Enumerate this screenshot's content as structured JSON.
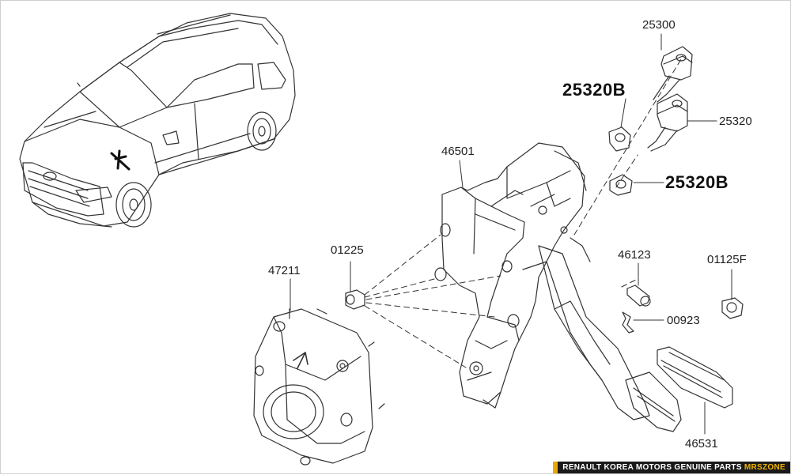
{
  "labels": {
    "p25300": "25300",
    "p25320B_top": "25320B",
    "p25320": "25320",
    "p46501": "46501",
    "p25320B_mid": "25320B",
    "p46123": "46123",
    "p01225": "01225",
    "p47211": "47211",
    "p01125F": "01125F",
    "p00923": "00923",
    "p46531": "46531"
  },
  "footer": {
    "text": "RENAULT KOREA MOTORS GENUINE PARTS ",
    "brand": "MRSZONE"
  },
  "colors": {
    "line": "#333333",
    "footer_bg": "#1a1a1a",
    "footer_accent": "#f0b400"
  }
}
